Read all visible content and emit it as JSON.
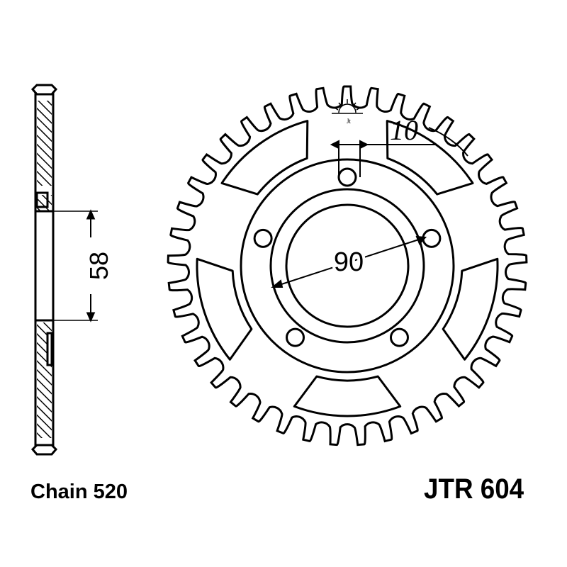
{
  "title": "JTR 604",
  "chain_label": "Chain 520",
  "dimensions": {
    "bore": "58",
    "pcd": "90",
    "bolt_hole": "10"
  },
  "logo_text": "Jt",
  "colors": {
    "line": "#000000",
    "background": "#ffffff"
  }
}
